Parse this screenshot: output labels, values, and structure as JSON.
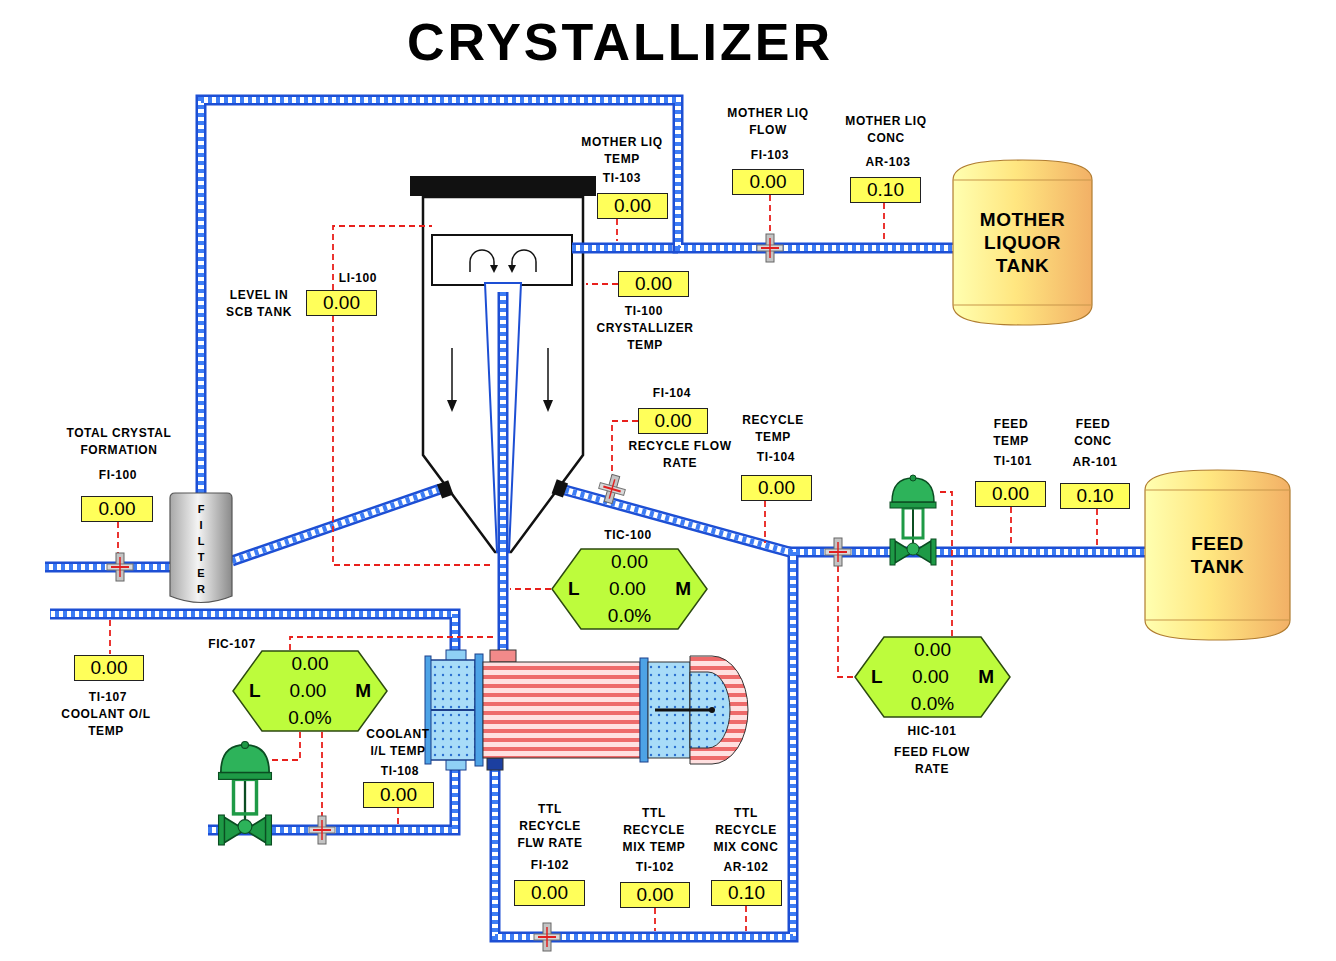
{
  "diagram": {
    "title": "CRYSTALLIZER",
    "nodes": [
      {
        "text": [
          "MOTHER LIQUOR TANK"
        ]
      },
      {
        "text": [
          "0.00"
        ]
      },
      {
        "text": [
          "0.00"
        ]
      },
      {
        "text": [
          "0.10"
        ]
      },
      {
        "text": [
          "0.00"
        ]
      },
      {
        "text": [
          "0.00"
        ]
      },
      {
        "text": [
          "0.00"
        ]
      },
      {
        "text": [
          "0.00"
        ]
      },
      {
        "text": [
          "0.00"
        ]
      },
      {
        "text": [
          "0.10"
        ]
      },
      {
        "text": [
          "FEED TANK"
        ]
      },
      {
        "text": [
          "0.00"
        ]
      },
      {
        "text": [
          "FILTER"
        ]
      },
      {
        "text": [
          "0.00",
          "L",
          "0.00",
          "M",
          "0.0%"
        ]
      },
      {
        "text": [
          "0.00"
        ]
      },
      {
        "text": [
          "0.00",
          "L",
          "0.00",
          "M",
          "0.0%"
        ]
      },
      {
        "text": [
          "0.00",
          "L",
          "0.00",
          "M",
          "0.0%"
        ]
      },
      {
        "text": [
          "0.00"
        ]
      },
      {
        "text": [
          "0.00"
        ]
      },
      {
        "text": [
          "0.00"
        ]
      },
      {
        "text": [
          "0.10"
        ]
      }
    ],
    "edges": [
      {
        "from": 12,
        "to": 0,
        "arrow": "none"
      }
    ],
    "labels": [
      "MOTHER LIQ TEMP",
      "TI-103",
      "MOTHER LIQ FLOW",
      "FI-103",
      "MOTHER LIQ CONC",
      "AR-103",
      "LEVEL IN SCB TANK",
      "LI-100",
      "TI-100",
      "CRYSTALLIZER TEMP",
      "FI-104",
      "RECYCLE FLOW RATE",
      "RECYCLE TEMP",
      "TI-104",
      "FEED TEMP",
      "TI-101",
      "FEED CONC",
      "AR-101",
      "TOTAL CRYSTAL FORMATION",
      "FI-100",
      "TIC-100",
      "FIC-107",
      "TI-107",
      "COOLANT O/L TEMP",
      "COOLANT I/L TEMP",
      "TI-108",
      "TTL RECYCLE FLW RATE",
      "FI-102",
      "TTL RECYCLE MIX TEMP",
      "TI-102",
      "TTL RECYCLE MIX CONC",
      "AR-102",
      "HIC-101",
      "FEED FLOW RATE"
    ]
  }
}
